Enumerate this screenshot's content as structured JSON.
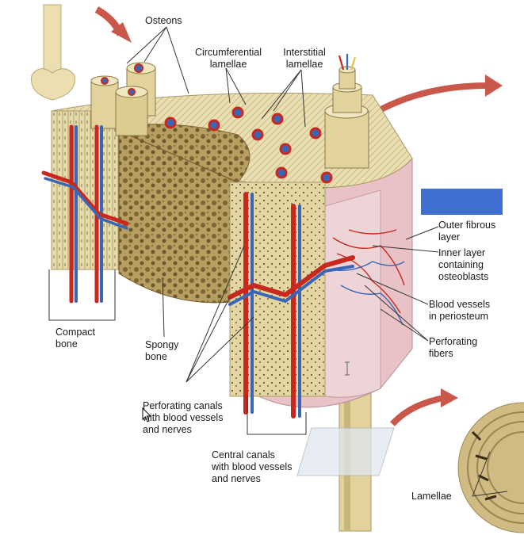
{
  "labels": {
    "osteons": "Osteons",
    "circumferential_lamellae": "Circumferential\nlamellae",
    "interstitial_lamellae": "Interstitial\nlamellae",
    "outer_fibrous_layer": "Outer fibrous\nlayer",
    "inner_layer": "Inner layer\ncontaining\nosteoblasts",
    "blood_vessels_periosteum": "Blood vessels\nin periosteum",
    "perforating_fibers": "Perforating\nfibers",
    "compact_bone": "Compact\nbone",
    "spongy_bone": "Spongy\nbone",
    "perforating_canals": "Perforating canals\nwith blood vessels\nand nerves",
    "central_canals": "Central canals\nwith blood vessels\nand nerves",
    "lamellae": "Lamellae"
  },
  "colors": {
    "bone": "#e9dfb2",
    "bone_dark": "#cbbd86",
    "artery": "#c8281e",
    "vein": "#3a66b8",
    "periosteum": "#e8c2c6",
    "arrow": "#c9584a",
    "highlight": "#3f6fd1"
  }
}
